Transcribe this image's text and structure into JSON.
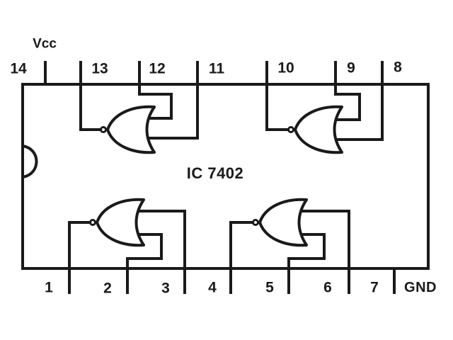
{
  "title": "IC 7402",
  "power": {
    "vcc": "Vcc",
    "gnd": "GND"
  },
  "pins_top": [
    "14",
    "13",
    "12",
    "11",
    "10",
    "9",
    "8"
  ],
  "pins_bottom": [
    "1",
    "2",
    "3",
    "4",
    "5",
    "6",
    "7"
  ],
  "gates": [
    {
      "type": "NOR",
      "output_pin": "1",
      "input_pins": [
        "2",
        "3"
      ]
    },
    {
      "type": "NOR",
      "output_pin": "4",
      "input_pins": [
        "5",
        "6"
      ]
    },
    {
      "type": "NOR",
      "output_pin": "10",
      "input_pins": [
        "8",
        "9"
      ]
    },
    {
      "type": "NOR",
      "output_pin": "13",
      "input_pins": [
        "11",
        "12"
      ]
    }
  ],
  "colors": {
    "line": "#1a1a1a",
    "background": "#ffffff"
  }
}
